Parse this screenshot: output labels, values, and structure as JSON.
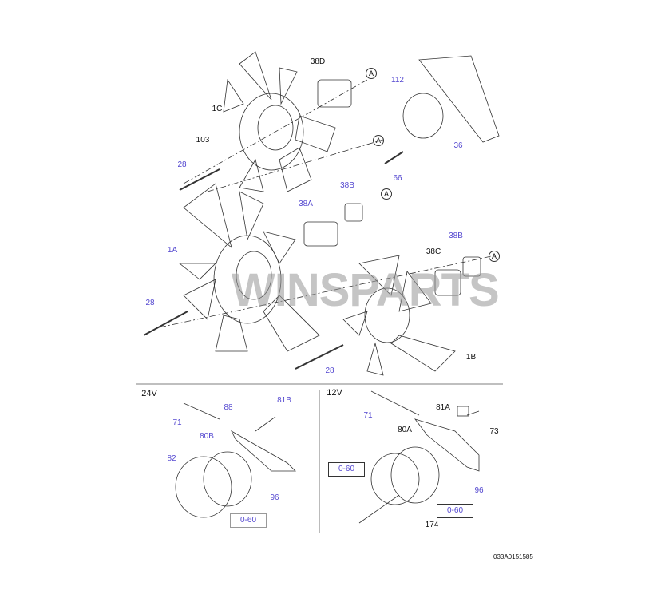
{
  "diagram": {
    "colors": {
      "part_label": "#5448d0",
      "callout_label": "#111111",
      "watermark": "#969696"
    },
    "watermark": "WINSPARTS",
    "upper_labels": {
      "l38D": "38D",
      "l112": "112",
      "l1C": "1C",
      "l103": "103",
      "l28a": "28",
      "l36": "36",
      "l66": "66",
      "l38B_1": "38B",
      "l38A": "38A",
      "l1A": "1A",
      "l38B_2": "38B",
      "l38C": "38C",
      "l28b": "28",
      "l28c": "28",
      "l1B": "1B"
    },
    "ref_circles": [
      "A",
      "A",
      "A",
      "A"
    ],
    "section_24v": {
      "title": "24V",
      "l71": "71",
      "l88": "88",
      "l81B": "81B",
      "l80B": "80B",
      "l82": "82",
      "l96": "96",
      "ref_box": "0-60"
    },
    "section_12v": {
      "title": "12V",
      "l71": "71",
      "l81A": "81A",
      "l80A": "80A",
      "l73": "73",
      "ref_box_1": "0-60",
      "l96": "96",
      "ref_box_2": "0-60",
      "l174": "174"
    },
    "drawing_code": "033A0151585"
  }
}
